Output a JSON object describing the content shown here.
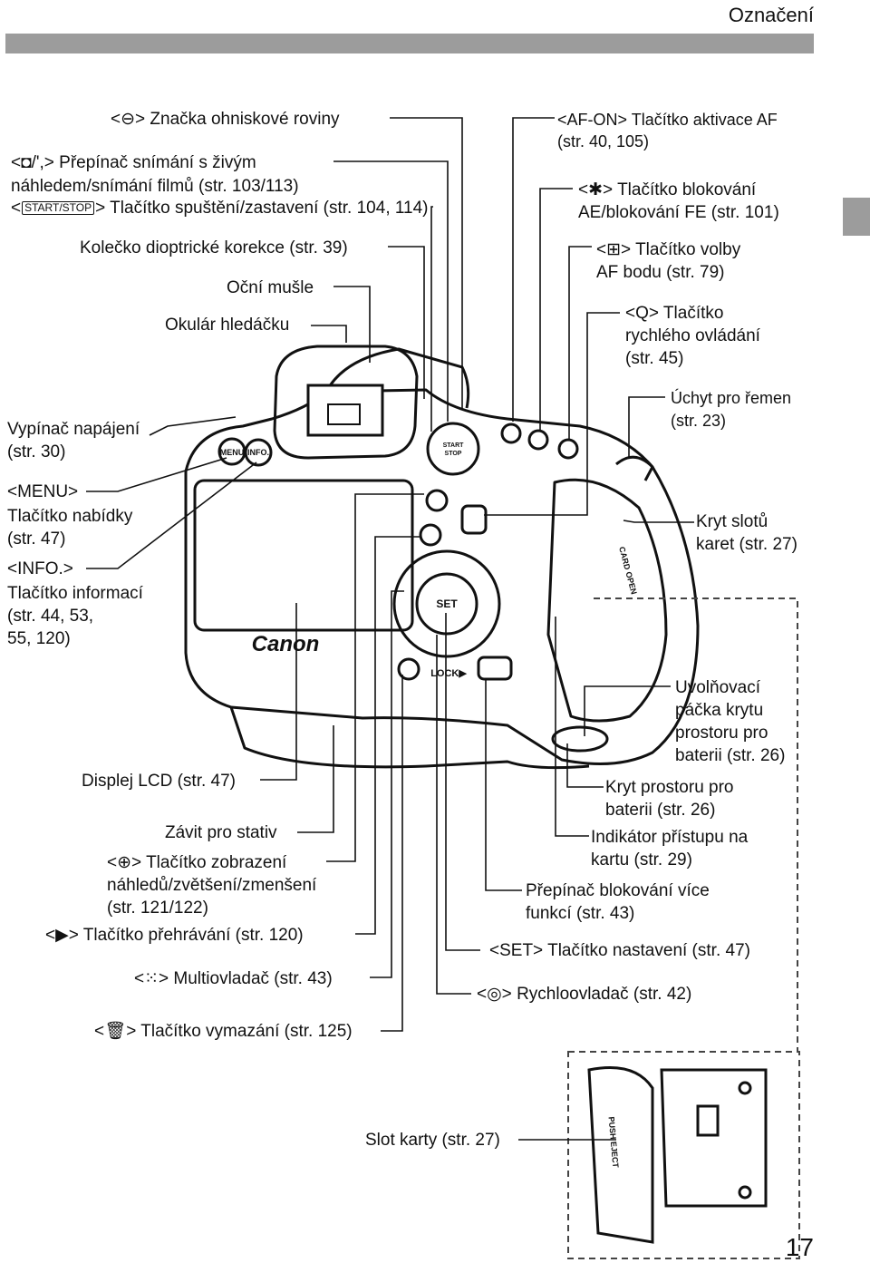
{
  "header": {
    "section_title": "Označení",
    "page_number": "17"
  },
  "left_labels": {
    "focal_plane": {
      "sym": "<⊖>",
      "text": "Značka ohniskové roviny"
    },
    "live_view_switch": {
      "sym": "<◘/',>",
      "text": "Přepínač snímání s živým",
      "text2": "náhledem/snímání filmů (str. 103/113)"
    },
    "start_stop": {
      "sym": "<",
      "key": "START/STOP",
      "sym2": ">",
      "text": "Tlačítko spuštění/zastavení (str. 104, 114)"
    },
    "diopter": "Kolečko dioptrické korekce (str. 39)",
    "eyecup": "Oční mušle",
    "eyepiece": "Okulár hledáčku",
    "power": {
      "line1": "Vypínač napájení",
      "line2": "(str. 30)"
    },
    "menu": {
      "sym": "<MENU>",
      "line1": "Tlačítko nabídky",
      "line2": "(str. 47)"
    },
    "info": {
      "sym": "<INFO.>",
      "line1": "Tlačítko informací",
      "line2": "(str. 44, 53,",
      "line3": "55, 120)"
    },
    "lcd": "Displej LCD (str. 47)",
    "tripod": "Závit pro stativ",
    "magnify": {
      "sym": "<⊕>",
      "text": "Tlačítko zobrazení",
      "line2": "náhledů/zvětšení/zmenšení",
      "line3": "(str. 121/122)"
    },
    "playback": {
      "sym": "<▶>",
      "text": "Tlačítko přehrávání (str. 120)"
    },
    "multi": {
      "sym": "<⁙>",
      "text": "Multiovladač (str. 43)"
    },
    "erase": {
      "sym": "<🗑>",
      "text": "Tlačítko vymazání (str. 125)"
    },
    "card_slot": "Slot karty (str. 27)"
  },
  "right_labels": {
    "af_on": {
      "sym": "<AF-ON>",
      "text": "Tlačítko aktivace AF",
      "line2": "(str. 40, 105)"
    },
    "ae_lock": {
      "sym": "<✱>",
      "text": "Tlačítko blokování",
      "line2": "AE/blokování FE (str. 101)"
    },
    "af_point": {
      "sym": "<⊞>",
      "text": "Tlačítko volby",
      "line2": "AF bodu (str. 79)"
    },
    "quick": {
      "sym": "<Q>",
      "text": "Tlačítko",
      "line2": "rychlého ovládání",
      "line3": "(str. 45)"
    },
    "strap": {
      "line1": "Úchyt pro řemen",
      "line2": "(str. 23)"
    },
    "slot_cover": {
      "line1": "Kryt slotů",
      "line2": "karet (str. 27)"
    },
    "battery_release": {
      "line1": "Uvolňovací",
      "line2": "páčka krytu",
      "line3": "prostoru pro",
      "line4": "baterii (str. 26)"
    },
    "battery_cover": {
      "line1": "Kryt prostoru pro",
      "line2": "baterii (str. 26)"
    },
    "access_lamp": {
      "line1": "Indikátor přístupu na",
      "line2": "kartu (str. 29)"
    },
    "lock_switch": {
      "line1": "Přepínač blokování více",
      "line2": "funkcí (str. 43)"
    },
    "set": {
      "sym": "<SET>",
      "text": "Tlačítko nastavení (str. 47)"
    },
    "quick_dial": {
      "sym": "<◎>",
      "text": "Rychloovladač (str. 42)"
    }
  },
  "camera_text": {
    "brand": "Canon",
    "menu": "MENU",
    "info": "INFO.",
    "set": "SET",
    "lock": "LOCK▶",
    "start": "START",
    "stop": "STOP",
    "card_open": "CARD OPEN",
    "push_eject": "PUSH EJECT"
  }
}
